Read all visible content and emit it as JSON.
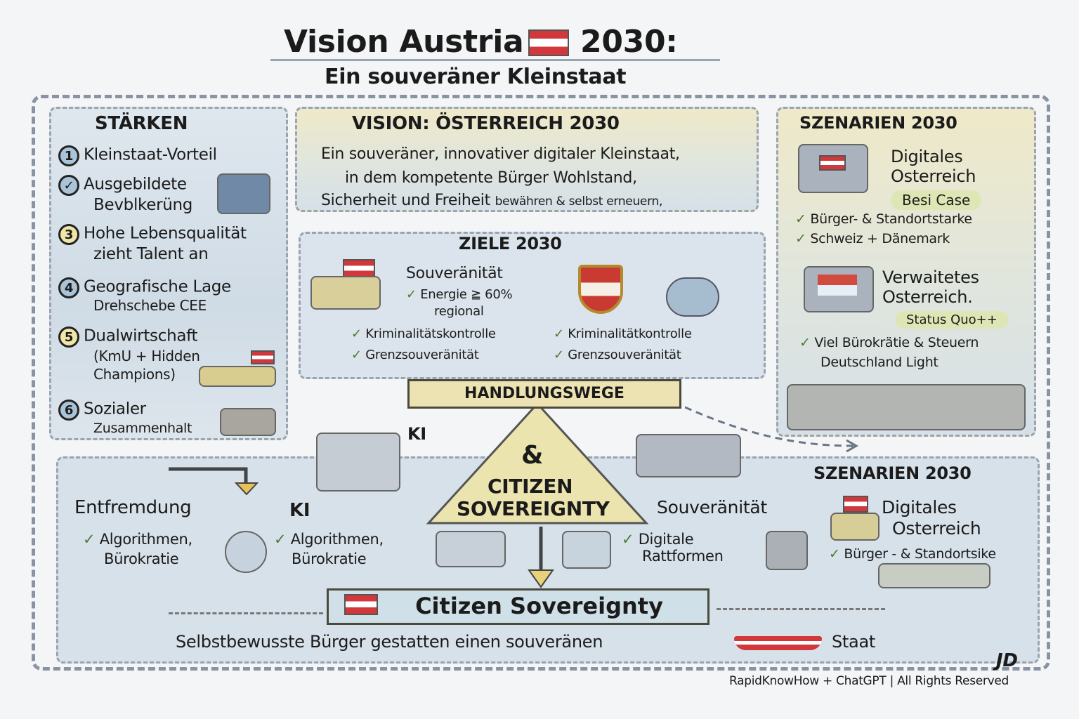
{
  "title": {
    "main_left": "Vision Austria",
    "main_right": "2030:",
    "subtitle": "Ein souveräner Kleinstaat"
  },
  "staerken": {
    "heading": "STÄRKEN",
    "items": [
      {
        "marker": "1",
        "line1": "Kleinstaat-Vorteil",
        "line2": ""
      },
      {
        "marker": "✓",
        "line1": "Ausgebildete",
        "line2": "Bevblkerüng"
      },
      {
        "marker": "3",
        "line1": "Hohe Lebensqualität",
        "line2": "zieht Talent an"
      },
      {
        "marker": "4",
        "line1": "Geografische Lage",
        "line2": "Drehschebe CEE"
      },
      {
        "marker": "5",
        "line1": "Dualwirtschaft",
        "line2": "(KmU + Hidden",
        "line3": "Champions)"
      },
      {
        "marker": "6",
        "line1": "Sozialer",
        "line2": "Zusammenhalt"
      }
    ]
  },
  "vision": {
    "heading": "VISION: ÖSTERREICH 2030",
    "line1": "Ein souveräner, innovativer digitaler Kleinstaat,",
    "line2": "in dem kompetente Bürger Wohlstand,",
    "line3a": "Sicherheit und Freiheit",
    "line3b": "bewähren & selbst erneuern,"
  },
  "ziele": {
    "heading": "ZIELE 2030",
    "souv": "Souveränität",
    "energie": "Energie ≧ 60%",
    "regional": "regional",
    "left": [
      "Kriminalitätskontrolle",
      "Grenzsouveränität"
    ],
    "right": [
      "Kriminalitätkontrolle",
      "Grenzsouveränität"
    ]
  },
  "szenarien_top": {
    "heading": "SZENARIEN 2030",
    "s1": {
      "title1": "Digitales",
      "title2": "Osterreich",
      "tag": "Besi Case",
      "points": [
        "Bürger- & Standortstarke",
        "Schweiz + Dänemark"
      ]
    },
    "s2": {
      "title1": "Verwaitetes",
      "title2": "Osterreich.",
      "tag": "Status Quo++",
      "points": [
        "Viel Bürokrätie & Steuern",
        "Deutschland Light"
      ]
    }
  },
  "center": {
    "handlungswege": "HANDLUNGSWEGE",
    "amp": "&",
    "citizen1": "CITIZEN",
    "citizen2": "SOVEREIGNTY",
    "ki_top": "KI"
  },
  "bottom": {
    "entfremdung": "Entfremdung",
    "ki": "KI",
    "alg_left": [
      "Algorithmen,",
      "Bürokratie"
    ],
    "alg_mid": [
      "Algorithmen,",
      "Bürokratie"
    ],
    "souv": "Souveränität",
    "digitale": [
      "Digitale",
      "Rattformen"
    ],
    "szen_heading": "SZENARIEN 2030",
    "szen_title1": "Digitales",
    "szen_title2": "Osterreich",
    "szen_point": "Bürger - & Standortsike",
    "banner": "Citizen Sovereignty",
    "footer_left": "Selbstbewusste Bürger gestatten einen souveränen",
    "footer_right": "Staat"
  },
  "signature": "JD",
  "credit": "RapidKnowHow + ChatGPT | All Rights Reserved"
}
